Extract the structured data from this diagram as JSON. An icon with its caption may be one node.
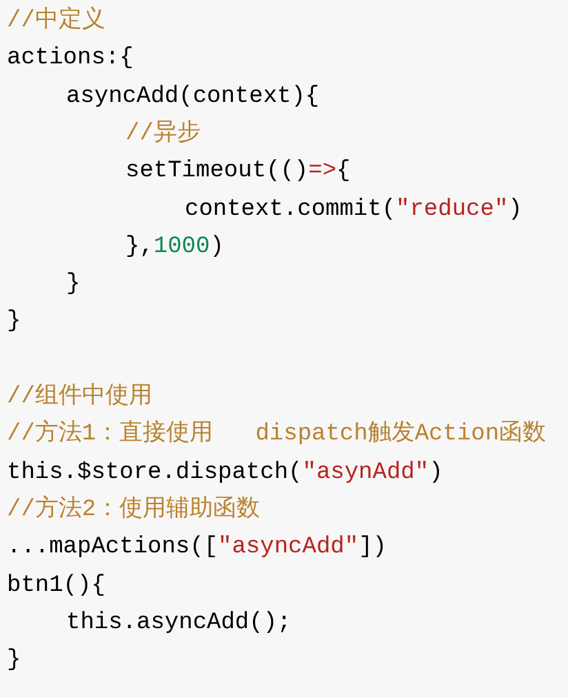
{
  "diagram": {
    "labels": [
      "//中定义",
      "actions:{",
      "asyncAdd(context){",
      "//异步",
      "setTimeout(()=>{",
      "context.commit(\"reduce\")",
      "},1000)",
      "}",
      "}",
      "//组件中使用",
      "//方法1：直接使用   dispatch触发Action函数",
      "this.$store.dispatch(\"asynAdd\")",
      "//方法2：使用辅助函数",
      "...mapActions([\"asyncAdd\"])",
      "btn1(){",
      "this.asyncAdd();",
      "}"
    ]
  }
}
